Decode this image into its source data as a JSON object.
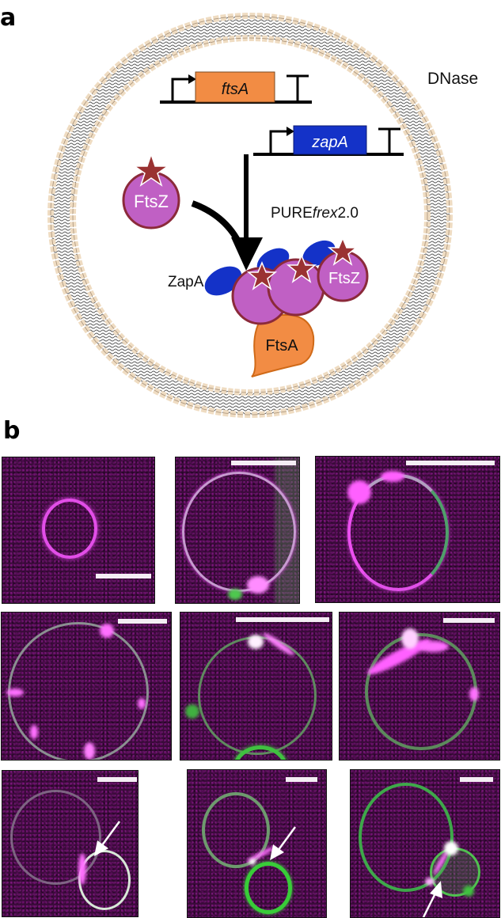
{
  "figure": {
    "panel_a": {
      "label": "a",
      "outside_label": "DNase",
      "genes": [
        {
          "name": "ftsA",
          "color": "#f28c44"
        },
        {
          "name": "zapA",
          "color": "#1432c8"
        }
      ],
      "system_label_prefix": "PURE",
      "system_label_italic": "frex",
      "system_label_suffix": "2.0",
      "proteins": {
        "ftsz_label": "FtsZ",
        "ftsz_color": "#c060c4",
        "ftsz_border": "#8b2a3a",
        "star_color": "#9a3232",
        "zapa_label": "ZapA",
        "zapa_color": "#1432c8",
        "ftsa_label": "FtsA",
        "ftsa_color": "#f28c44"
      },
      "membrane": {
        "head_color": "#efdcc2",
        "head_border": "#a08870"
      }
    },
    "panel_b": {
      "label": "b",
      "rows": 3,
      "cols": 3,
      "channels": {
        "ftsz": "#ff40ff",
        "membrane": "#30d030"
      },
      "arrows_in_row": 3
    }
  }
}
